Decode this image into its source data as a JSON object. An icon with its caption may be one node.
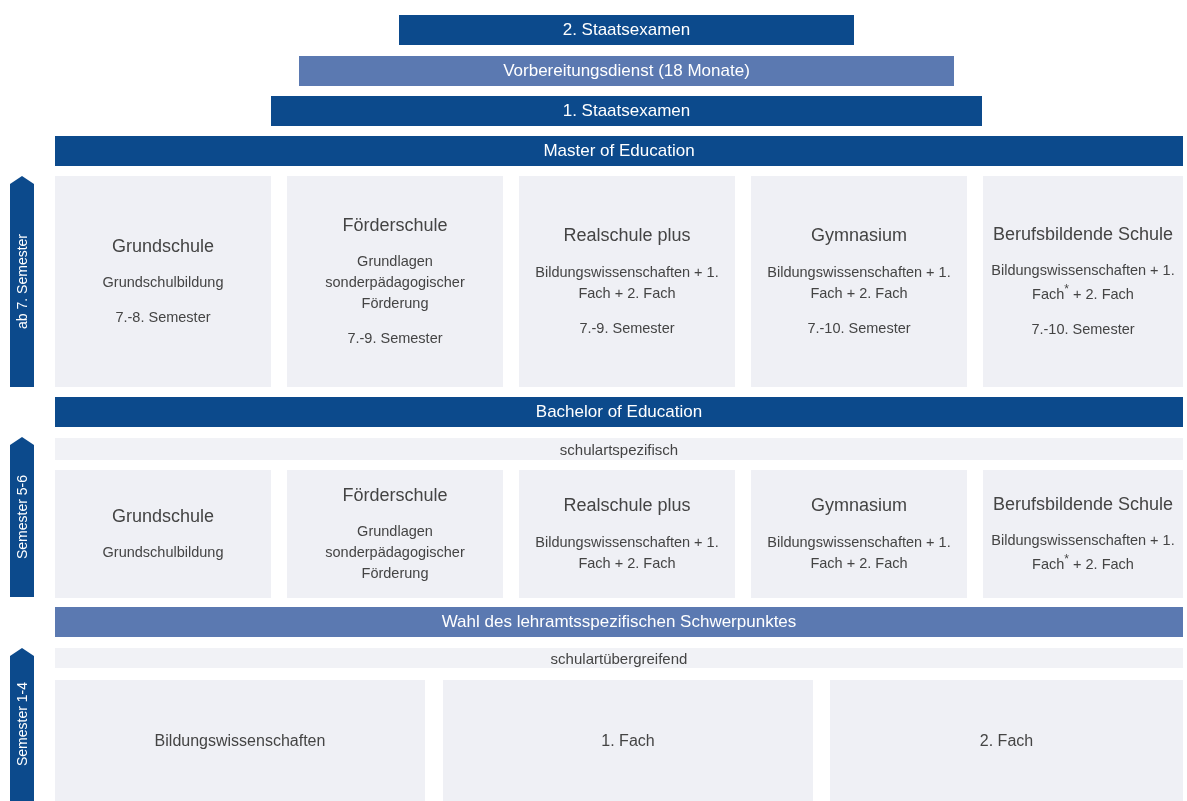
{
  "diagram": {
    "nodes": [
      {
        "text": [
          "2. Staatsexamen"
        ]
      },
      {
        "text": [
          "Vorbereitungsdienst (18 Monate)"
        ]
      },
      {
        "text": [
          "1. Staatsexamen"
        ]
      },
      {
        "text": [
          "Master of Education"
        ]
      },
      {
        "text": [
          "ab 7. Semester"
        ]
      },
      {
        "text": [
          "Grundschule",
          "Grundschulbildung",
          "7.-8. Semester"
        ]
      },
      {
        "text": [
          "Förderschule",
          "Grundlagen sonderpädagogischer Förderung",
          "7.-9. Semester"
        ]
      },
      {
        "text": [
          "Realschule plus",
          "Bildungswissenschaften + 1. Fach + 2. Fach",
          "7.-9. Semester"
        ]
      },
      {
        "text": [
          "Gymnasium",
          "Bildungswissenschaften + 1. Fach + 2. Fach",
          "7.-10. Semester"
        ]
      },
      {
        "text": [
          "Berufsbildende Schule",
          "Bildungswissenschaften + 1. Fach$^{*}$ + 2. Fach",
          "7.-10. Semester"
        ]
      },
      {
        "text": [
          "Bachelor of Education"
        ]
      },
      {
        "text": [
          "Semester 5-6"
        ]
      },
      {
        "text": [
          "schulartspezifisch"
        ]
      },
      {
        "text": [
          "Grundschule",
          "Grundschulbildung"
        ]
      },
      {
        "text": [
          "Förderschule",
          "Grundlagen sonderpädagogischer Förderung"
        ]
      },
      {
        "text": [
          "Realschule plus",
          "Bildungswissenschaften + 1. Fach + 2. Fach"
        ]
      },
      {
        "text": [
          "Gymnasium",
          "Bildungswissenschaften + 1. Fach + 2. Fach"
        ]
      },
      {
        "text": [
          "Berufsbildende Schule",
          "Bildungswissenschaften + 1. Fach$^{*}$ + 2. Fach"
        ]
      },
      {
        "text": [
          "Wahl des lehramtsspezifischen Schwerpunktes"
        ]
      },
      {
        "text": [
          "Semester 1-4"
        ]
      },
      {
        "text": [
          "schulartübergreifend"
        ]
      },
      {
        "text": [
          "Bildungswissenschaften"
        ]
      },
      {
        "text": [
          "1. Fach"
        ]
      },
      {
        "text": [
          "2. Fach"
        ]
      }
    ]
  }
}
